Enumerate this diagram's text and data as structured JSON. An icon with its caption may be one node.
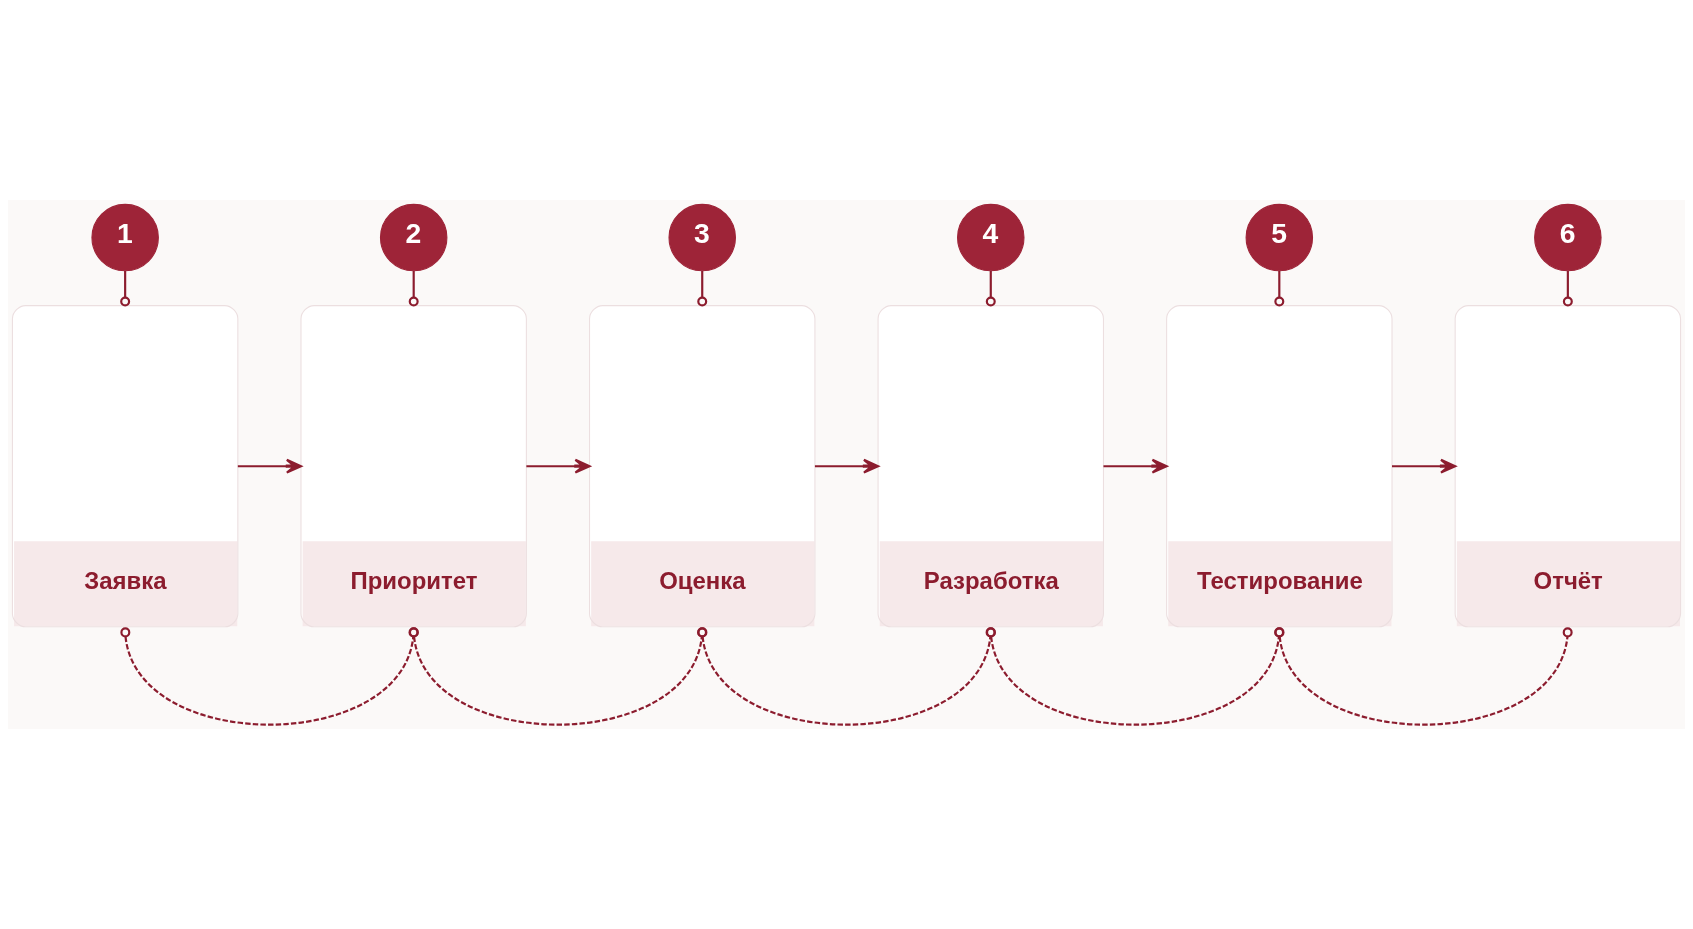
{
  "diagram": {
    "nodes": [
      {
        "text": [
          "1"
        ]
      },
      {
        "text": [
          "2"
        ]
      },
      {
        "text": [
          "3"
        ]
      },
      {
        "text": [
          "4"
        ]
      },
      {
        "text": [
          "5"
        ]
      },
      {
        "text": [
          "6"
        ]
      },
      {
        "text": [
          "Заявка"
        ]
      },
      {
        "text": [
          "Приоритет"
        ]
      },
      {
        "text": [
          "Оценка"
        ]
      },
      {
        "text": [
          "Разработка"
        ]
      },
      {
        "text": [
          "Тестирование"
        ]
      },
      {
        "text": [
          "Отчёт"
        ]
      }
    ],
    "edges": [
      {
        "from": 0,
        "to": 6,
        "arrow": "other"
      },
      {
        "from": 1,
        "to": 7,
        "arrow": "other"
      },
      {
        "from": 2,
        "to": 8,
        "arrow": "other"
      },
      {
        "from": 3,
        "to": 9,
        "arrow": "other"
      },
      {
        "from": 4,
        "to": 10,
        "arrow": "other"
      },
      {
        "from": 5,
        "to": 11,
        "arrow": "other"
      },
      {
        "from": 6,
        "to": 7,
        "arrow": "to"
      },
      {
        "from": 7,
        "to": 8,
        "arrow": "to"
      },
      {
        "from": 8,
        "to": 9,
        "arrow": "to"
      },
      {
        "from": 9,
        "to": 10,
        "arrow": "to"
      },
      {
        "from": 10,
        "to": 11,
        "arrow": "to"
      },
      {
        "from": 6,
        "to": 7,
        "arrow": "other",
        "style": "dashed"
      },
      {
        "from": 7,
        "to": 8,
        "arrow": "other",
        "style": "dashed"
      },
      {
        "from": 8,
        "to": 9,
        "arrow": "other",
        "style": "dashed"
      },
      {
        "from": 9,
        "to": 10,
        "arrow": "other",
        "style": "dashed"
      },
      {
        "from": 10,
        "to": 11,
        "arrow": "other",
        "style": "dashed"
      }
    ]
  }
}
